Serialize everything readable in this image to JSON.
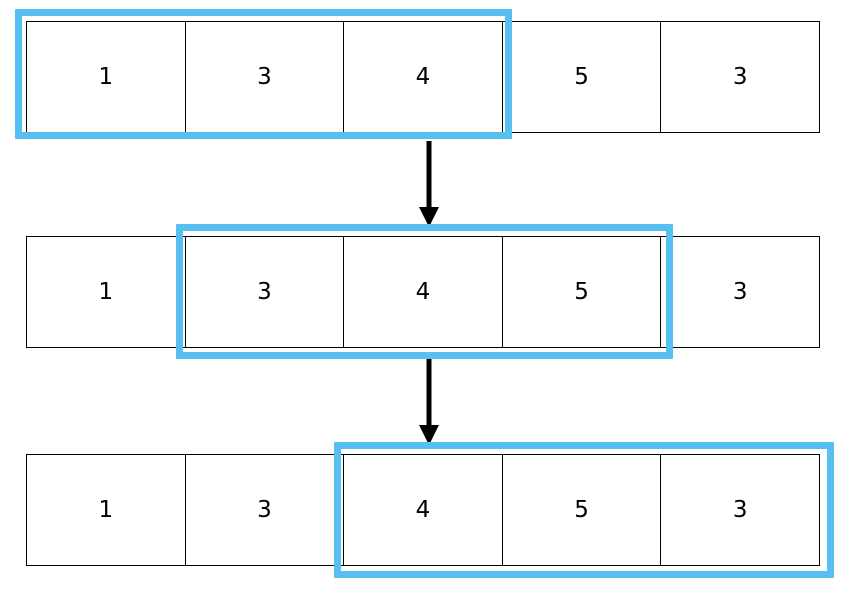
{
  "diagram": {
    "title": "sliding-window-over-array",
    "accent_color": "#56c0f2",
    "line_color": "#000000",
    "background_color": "#ffffff",
    "array": {
      "values": [
        "1",
        "3",
        "4",
        "5",
        "3"
      ],
      "length": 5
    },
    "steps": [
      {
        "step_index": "1",
        "row_values": [
          "1",
          "3",
          "4",
          "5",
          "3"
        ],
        "window_start_index": "0",
        "window_end_index": "2",
        "window_values": [
          "1",
          "3",
          "4"
        ]
      },
      {
        "step_index": "2",
        "row_values": [
          "1",
          "3",
          "4",
          "5",
          "3"
        ],
        "window_start_index": "1",
        "window_end_index": "3",
        "window_values": [
          "3",
          "4",
          "5"
        ]
      },
      {
        "step_index": "3",
        "row_values": [
          "1",
          "3",
          "4",
          "5",
          "3"
        ],
        "window_start_index": "2",
        "window_end_index": "4",
        "window_values": [
          "4",
          "5",
          "3"
        ]
      }
    ],
    "arrows": [
      {
        "name": "arrow-step1-to-step2",
        "direction": "down"
      },
      {
        "name": "arrow-step2-to-step3",
        "direction": "down"
      }
    ]
  }
}
